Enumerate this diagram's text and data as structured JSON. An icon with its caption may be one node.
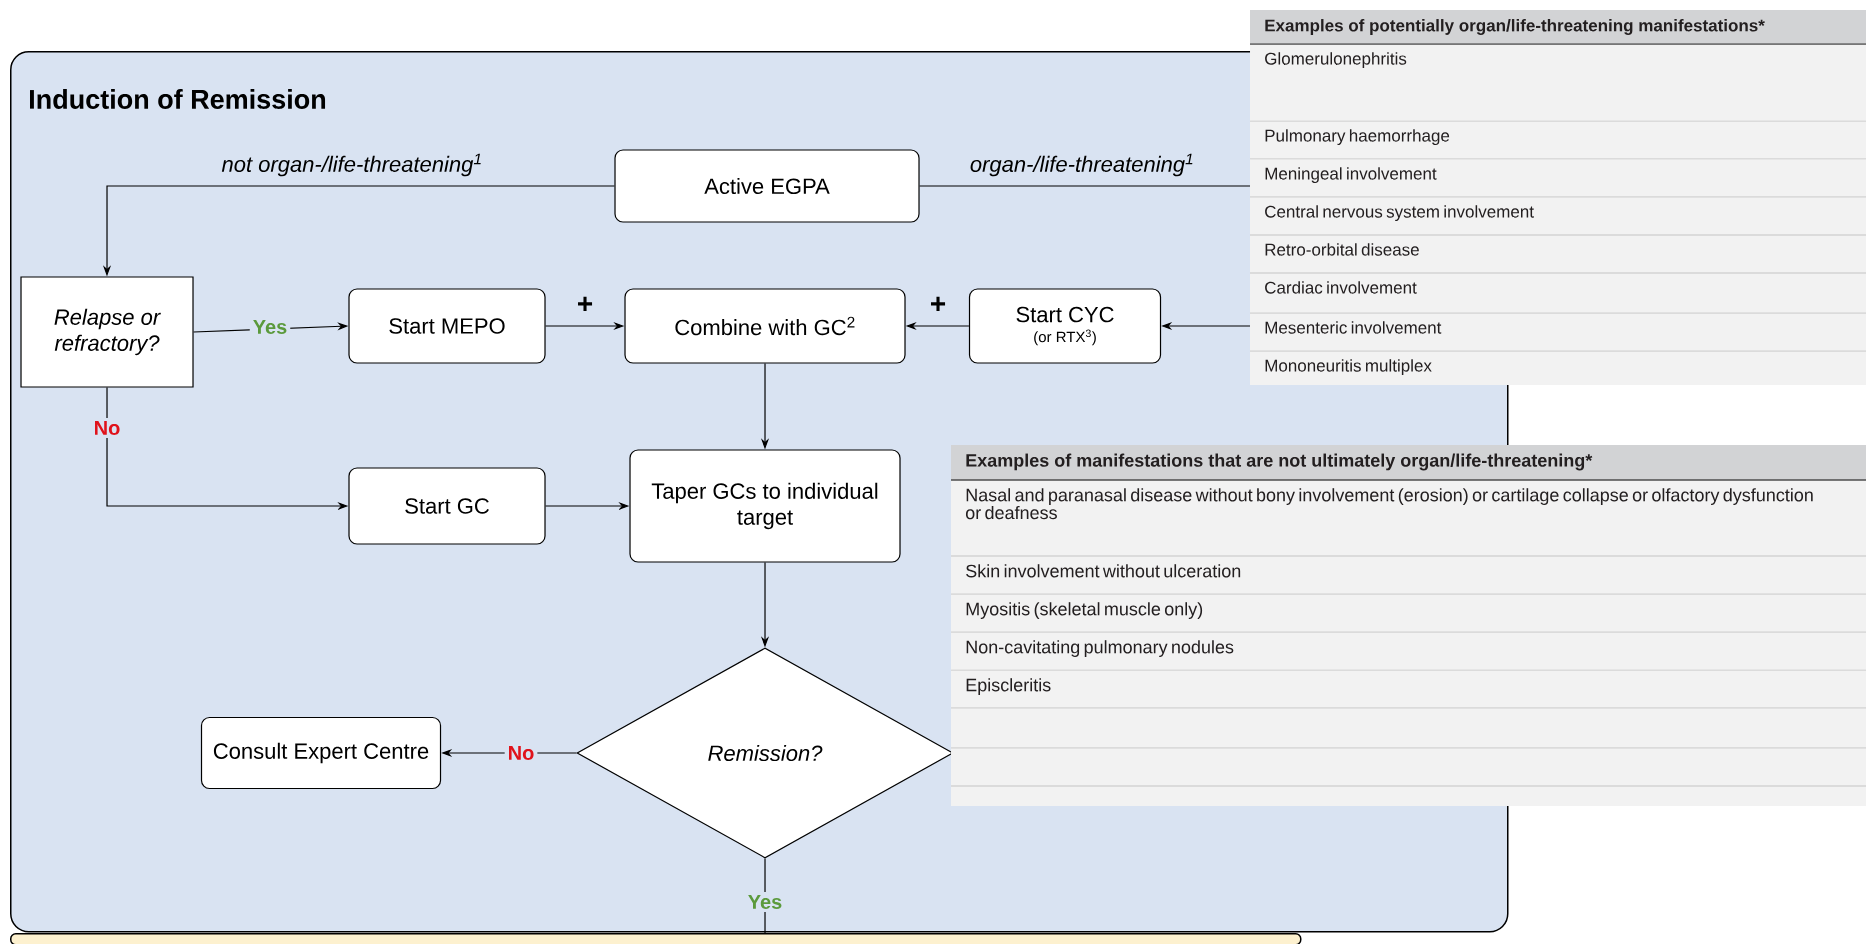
{
  "diagram": {
    "nodes": [
      {
        "text": [
          "Induction of Remission"
        ]
      },
      {
        "text": [
          "Active EGPA"
        ],
        "in": 0
      },
      {
        "text": [
          "Relapse or refractory?"
        ],
        "in": 0
      },
      {
        "text": [
          "Start MEPO"
        ],
        "in": 0
      },
      {
        "text": [
          "Combine with GC$^{2}$"
        ],
        "in": 0
      },
      {
        "text": [
          "Start CYC",
          "(or RTX$^{3}$)"
        ],
        "in": 0
      },
      {
        "text": [
          "Start GC"
        ],
        "in": 0
      },
      {
        "text": [
          "Taper GCs to individual target"
        ],
        "in": 0
      },
      {
        "text": [
          "Remission?"
        ],
        "in": 0
      },
      {
        "text": [
          "Consult Expert Centre"
        ],
        "in": 0
      },
      {
        "text": [
          "Examples of potentially organ/life-threatening manifestations*",
          "Glomerulonephritis",
          "Pulmonary haemorrhage",
          "Meningeal involvement",
          "Central nervous system involvement",
          "Retro-orbital disease",
          "Cardiac involvement",
          "Mesenteric involvement",
          "Mononeuritis multiplex"
        ]
      },
      {
        "text": [
          "Examples of manifestations that are not ultimately organ/life-threatening*",
          "Nasal and paranasal disease without bony involvement (erosion) or cartilage collapse or olfactory dysfunction or deafness",
          "Skin involvement without ulceration",
          "Myositis (skeletal muscle only)",
          "Non-cavitating pulmonary nodules",
          "Episcleritis"
        ]
      },
      {
        "text": [],
        "shape": "box"
      }
    ],
    "edges": [
      {
        "from": 1,
        "to": 2,
        "arrow": "to",
        "label": "not organ-/life-threatening$^{1}$"
      },
      {
        "from": 1,
        "to": 10,
        "arrow": "none",
        "label": "organ-/life-threatening$^{1}$"
      },
      {
        "from": 2,
        "to": 3,
        "arrow": "to",
        "label": "Yes"
      },
      {
        "from": 3,
        "to": 4,
        "arrow": "to",
        "label": "+"
      },
      {
        "from": 5,
        "to": 4,
        "arrow": "to",
        "label": "+"
      },
      {
        "from": 10,
        "to": 5,
        "arrow": "to"
      },
      {
        "from": 4,
        "to": 7,
        "arrow": "to"
      },
      {
        "from": 2,
        "to": 6,
        "arrow": "to",
        "label": "No"
      },
      {
        "from": 6,
        "to": 7,
        "arrow": "to"
      },
      {
        "from": 7,
        "to": 8,
        "arrow": "to"
      },
      {
        "from": 8,
        "to": 9,
        "arrow": "to",
        "label": "No"
      },
      {
        "from": 8,
        "to": 12,
        "arrow": "none",
        "label": "Yes"
      }
    ]
  }
}
